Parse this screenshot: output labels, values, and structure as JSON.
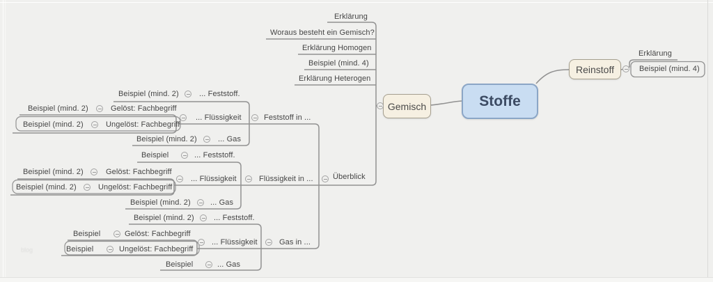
{
  "colors": {
    "background": "#f0f0ee",
    "root_fill": "#c9ddf2",
    "root_border": "#8ba6c6",
    "root_text": "#3c4b63",
    "topic_fill": "#f6f0e2",
    "topic_border": "#a59f8f",
    "line": "#919191",
    "text": "#454545"
  },
  "icons": {
    "collapse": "circled-minus"
  },
  "watermark": {
    "label": "blog"
  },
  "map": {
    "root": {
      "label": "Stoffe"
    },
    "reinstoff": {
      "label": "Reinstoff",
      "children": [
        {
          "label": "Erklärung"
        },
        {
          "label": "Beispiel (mind. 4)"
        }
      ]
    },
    "gemisch": {
      "label": "Gemisch",
      "children": [
        {
          "label": "Erklärung"
        },
        {
          "label": "Woraus besteht ein Gemisch?"
        },
        {
          "label": "Erklärung Homogen"
        },
        {
          "label": "Beispiel (mind. 4)"
        },
        {
          "label": "Erklärung Heterogen"
        },
        {
          "label": "Überblick",
          "children": [
            {
              "label": "Feststoff in ...",
              "children": [
                {
                  "label": "... Feststoff.",
                  "children": [
                    {
                      "label": "Beispiel (mind. 2)"
                    }
                  ]
                },
                {
                  "label": "... Flüssigkeit",
                  "children": [
                    {
                      "label": "Gelöst: Fachbegriff",
                      "children": [
                        {
                          "label": "Beispiel (mind. 2)"
                        }
                      ]
                    },
                    {
                      "label": "Ungelöst: Fachbegriff",
                      "boundary": true,
                      "children": [
                        {
                          "label": "Beispiel (mind. 2)"
                        }
                      ]
                    }
                  ]
                },
                {
                  "label": "... Gas",
                  "children": [
                    {
                      "label": "Beispiel (mind. 2)"
                    }
                  ]
                }
              ]
            },
            {
              "label": "Flüssigkeit in ...",
              "children": [
                {
                  "label": "... Feststoff.",
                  "children": [
                    {
                      "label": "Beispiel"
                    }
                  ]
                },
                {
                  "label": "... Flüssigkeit",
                  "children": [
                    {
                      "label": "Gelöst: Fachbegriff",
                      "children": [
                        {
                          "label": "Beispiel (mind. 2)"
                        }
                      ]
                    },
                    {
                      "label": "Ungelöst: Fachbegriff",
                      "boundary": true,
                      "children": [
                        {
                          "label": "Beispiel (mind. 2)"
                        }
                      ]
                    }
                  ]
                },
                {
                  "label": "... Gas",
                  "children": [
                    {
                      "label": "Beispiel (mind. 2)"
                    }
                  ]
                }
              ]
            },
            {
              "label": "Gas in ...",
              "children": [
                {
                  "label": "... Feststoff.",
                  "children": [
                    {
                      "label": "Beispiel (mind. 2)"
                    }
                  ]
                },
                {
                  "label": "... Flüssigkeit",
                  "children": [
                    {
                      "label": "Gelöst: Fachbegriff",
                      "children": [
                        {
                          "label": "Beispiel"
                        }
                      ]
                    },
                    {
                      "label": "Ungelöst: Fachbegriff",
                      "boundary": true,
                      "children": [
                        {
                          "label": "Beispiel"
                        }
                      ]
                    }
                  ]
                },
                {
                  "label": "... Gas",
                  "children": [
                    {
                      "label": "Beispiel"
                    }
                  ]
                }
              ]
            }
          ]
        }
      ]
    }
  }
}
